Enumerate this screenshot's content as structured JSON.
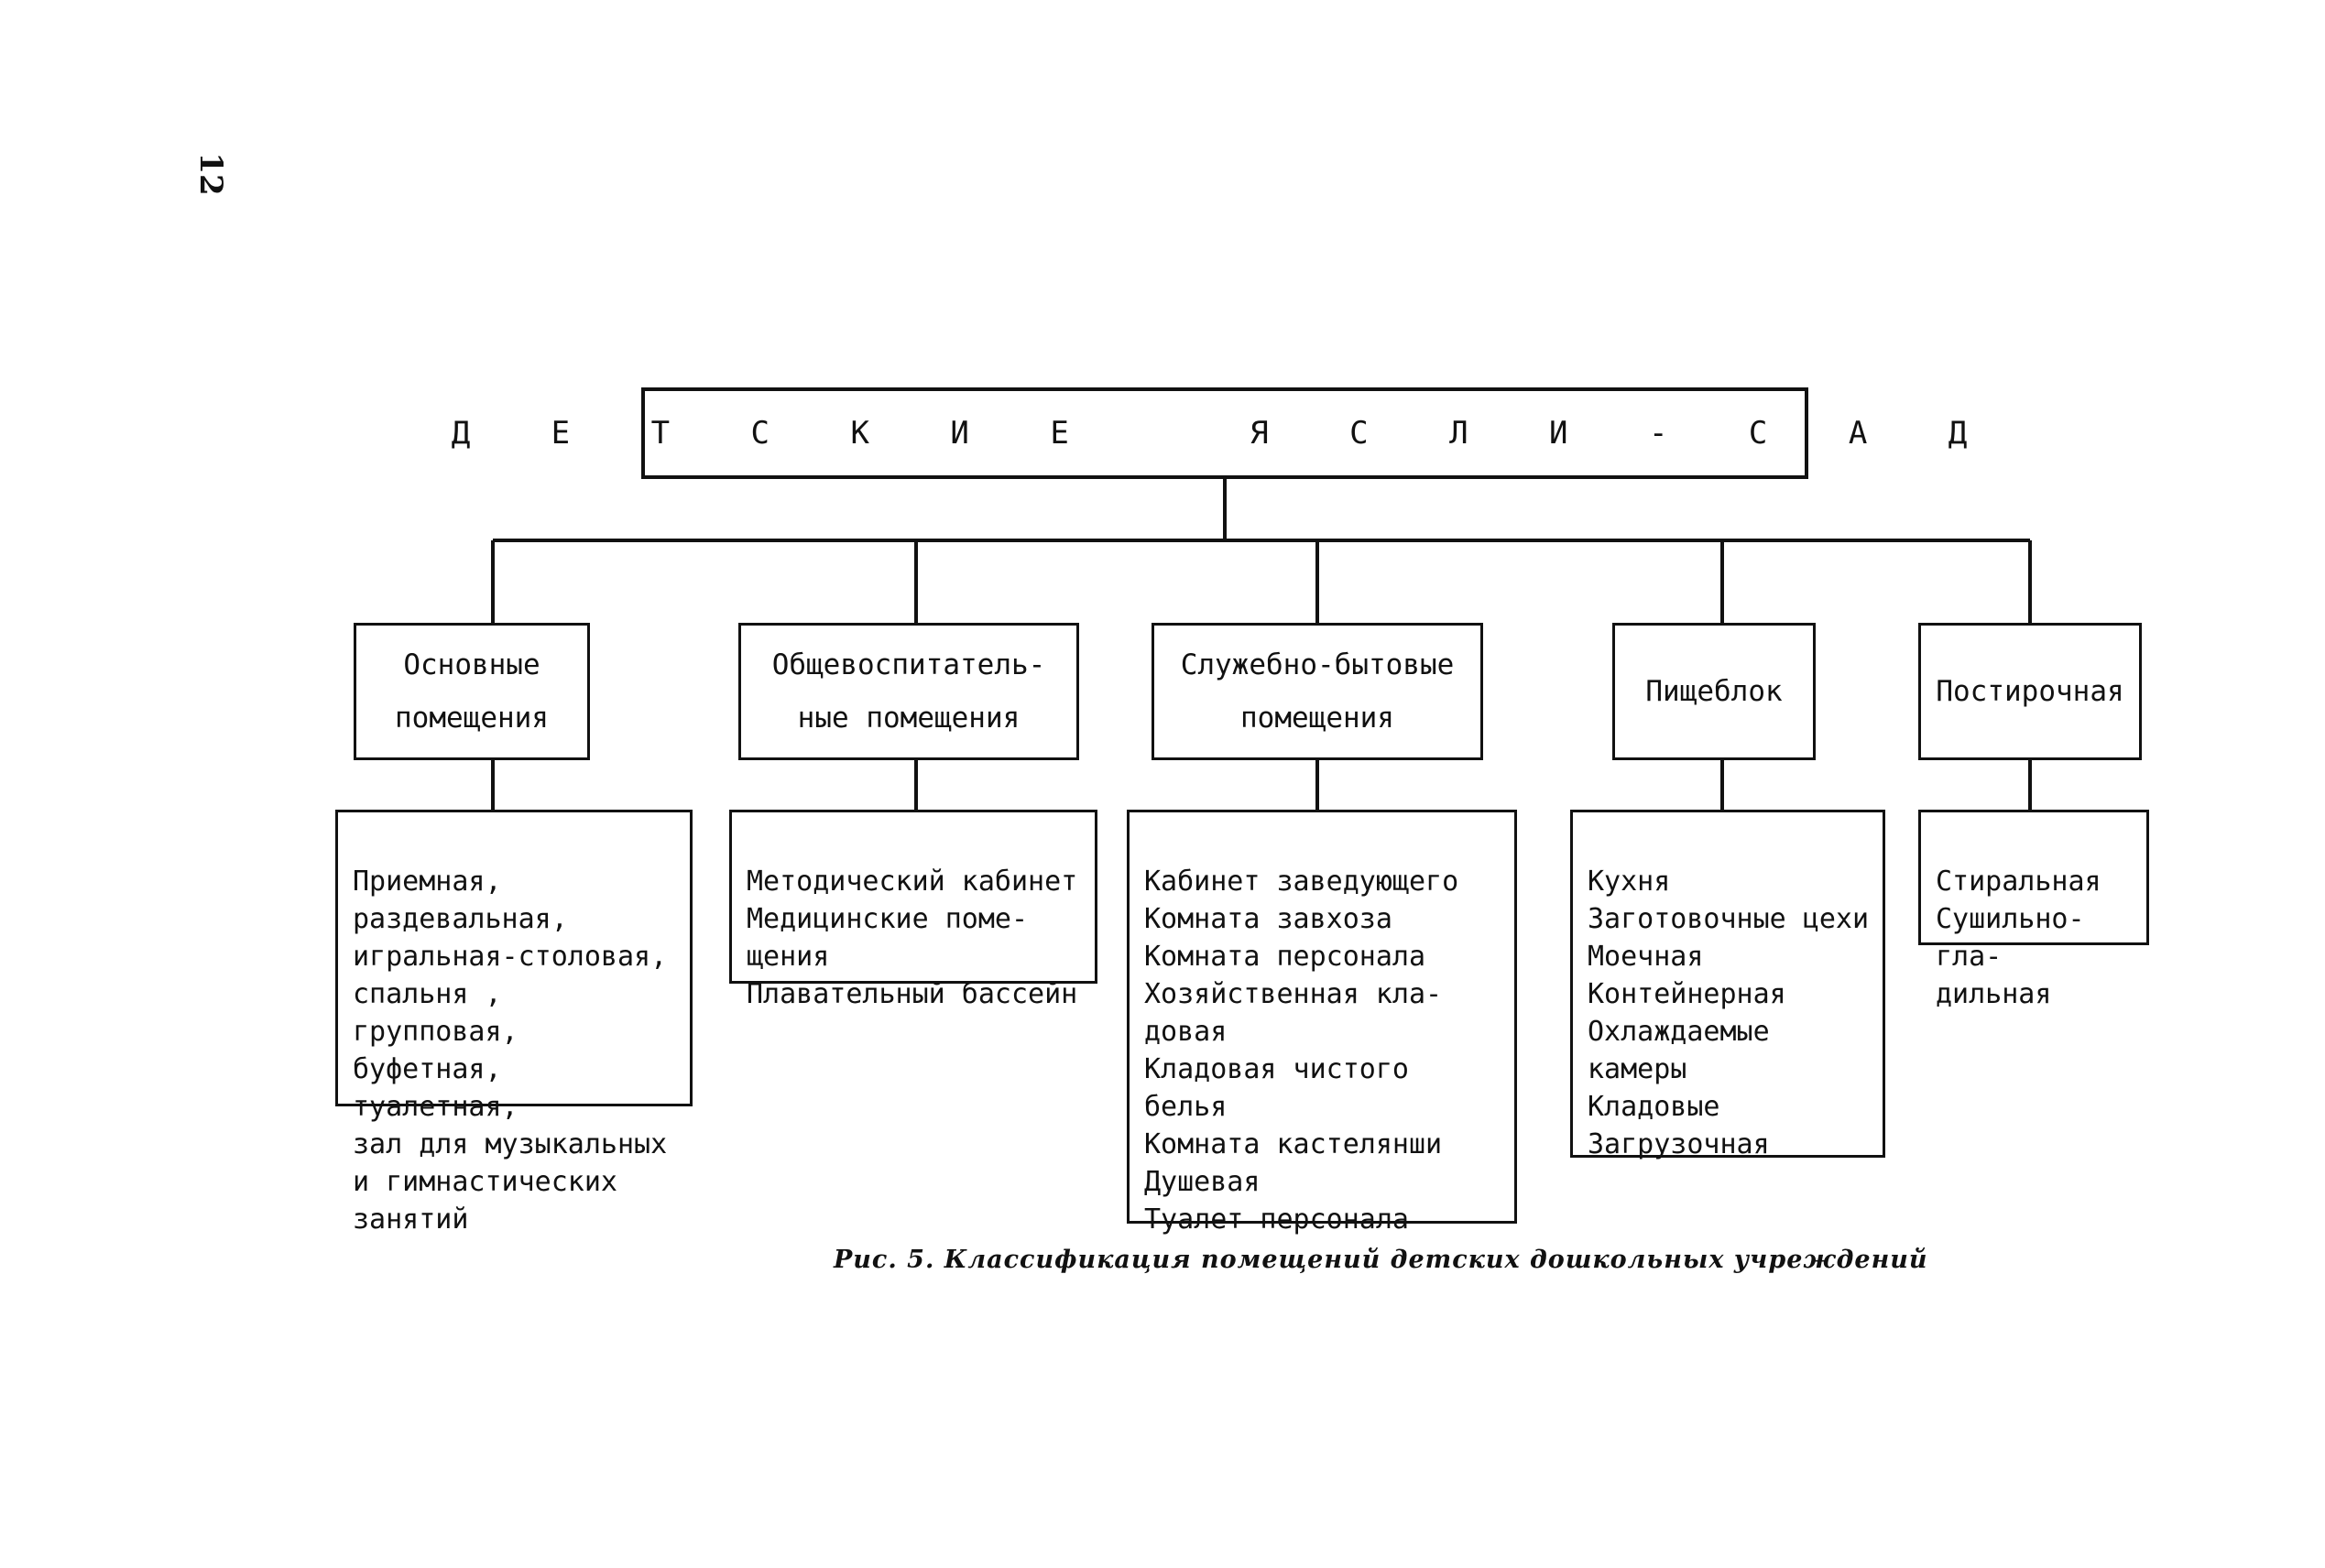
{
  "page_number": "12",
  "root": {
    "title": "Д Е Т С К И Е   Я С Л И - С А Д"
  },
  "categories": [
    {
      "title": "Основные\nпомещения",
      "rooms": "Приемная, раздевальная,\nигральная-столовая,\nспальня , групповая,\nбуфетная, туалетная,\nзал для музыкальных\nи гимнастических\nзанятий"
    },
    {
      "title": "Общевоспитатель-\nные помещения",
      "rooms": "Методический кабинет\nМедицинские поме-\nщения\nПлавательный бассейн"
    },
    {
      "title": "Служебно-бытовые\nпомещения",
      "rooms": "Кабинет заведующего\nКомната завхоза\nКомната персонала\nХозяйственная кла-\nдовая\nКладовая чистого\nбелья\nКомната кастелянши\nДушевая\nТуалет персонала"
    },
    {
      "title": "Пищеблок",
      "rooms": "Кухня\nЗаготовочные цехи\nМоечная\nКонтейнерная\nОхлаждаемые\nкамеры\nКладовые\nЗагрузочная"
    },
    {
      "title": "Постирочная",
      "rooms": "Стиральная\nСушильно-гла-\nдильная"
    }
  ],
  "caption": "Рис. 5. Классификация помещений детских дошкольных учреждений"
}
